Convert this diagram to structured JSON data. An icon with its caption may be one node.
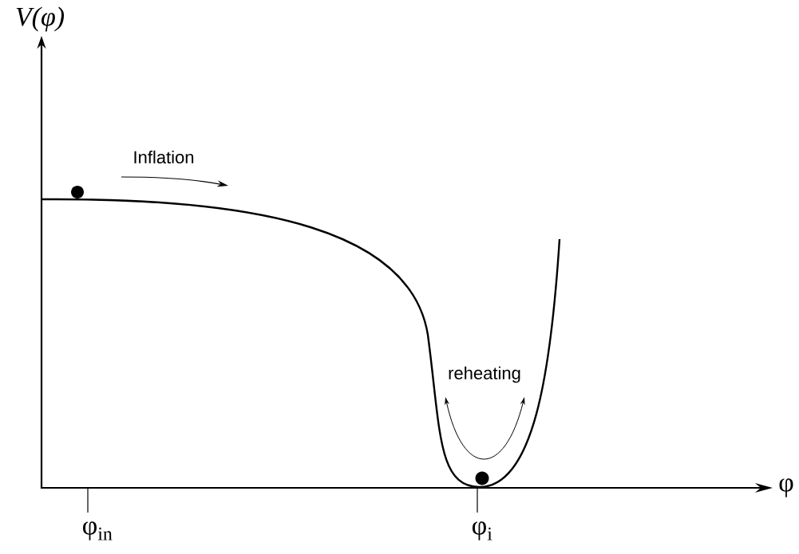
{
  "diagram": {
    "labels": [
      "V(φ)",
      "Inflation",
      "reheating",
      "φ",
      "φ$_{in}$",
      "φ$_{i}$"
    ]
  }
}
